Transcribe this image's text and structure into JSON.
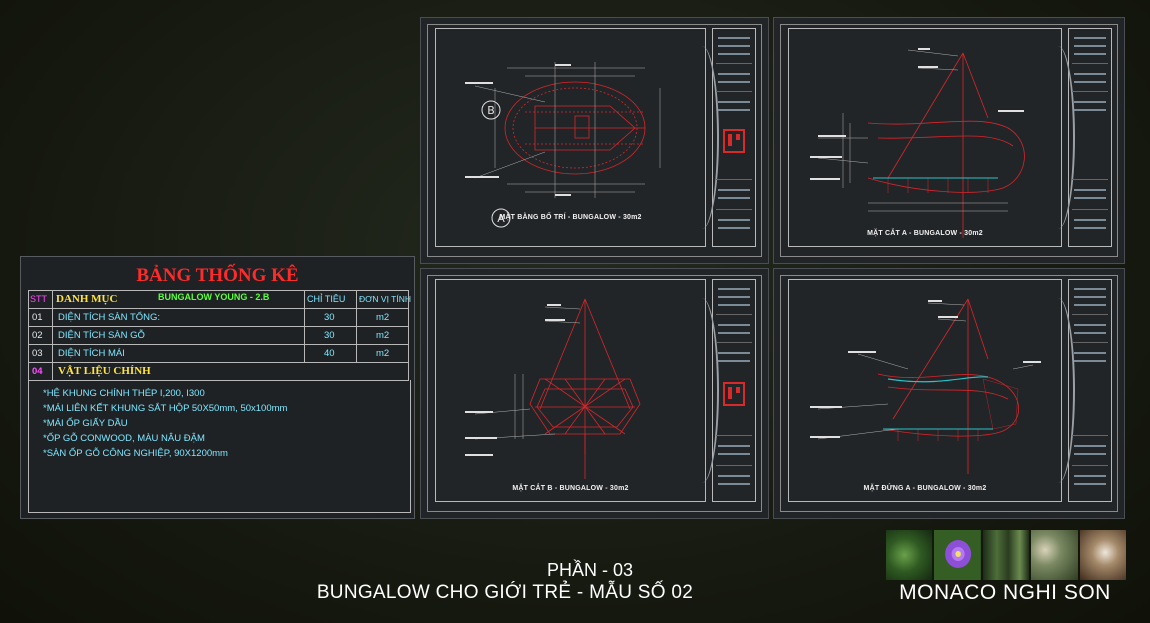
{
  "sheets": [
    {
      "caption": "MẶT BẰNG BỐ TRÍ - BUNGALOW - 30m2"
    },
    {
      "caption": "MẶT CẮT A - BUNGALOW - 30m2"
    },
    {
      "caption": "MẶT CẮT B - BUNGALOW - 30m2"
    },
    {
      "caption": "MẶT  ĐỨNG A - BUNGALOW - 30m2"
    }
  ],
  "markers": {
    "a": "A",
    "b": "B"
  },
  "stats": {
    "title": "BẢNG THỐNG KÊ",
    "header": {
      "stt": "STT",
      "category": "DANH MỤC",
      "project": "BUNGALOW YOUNG - 2.B",
      "target": "CHỈ TIÊU",
      "unit": "ĐƠN VỊ TÍNH"
    },
    "rows": [
      {
        "stt": "01",
        "name": "DIỆN TÍCH SÀN TỔNG:",
        "value": "30",
        "unit": "m2"
      },
      {
        "stt": "02",
        "name": "DIỆN TÍCH SÀN GỖ",
        "value": "30",
        "unit": "m2"
      },
      {
        "stt": "03",
        "name": "DIỆN TÍCH MÁI",
        "value": "40",
        "unit": "m2"
      }
    ],
    "materials_row": {
      "stt": "04",
      "name": "VẬT LIỆU CHÍNH"
    },
    "materials": [
      "*HỆ KHUNG CHÍNH THÉP I,200, I300",
      "*MÁI LIÊN KẾT KHUNG SẮT HỘP 50X50mm, 50x100mm",
      "*MÁI ỐP GIẤY DẦU",
      "*ỐP GỖ CONWOOD, MÀU NÂU ĐẬM",
      "*SÀN ỐP GỖ CÔNG NGHIỆP, 90X1200mm"
    ]
  },
  "footer": {
    "part": "PHẦN -  03",
    "subtitle": "BUNGALOW CHO GIỚI TRẺ - MẪU SỐ 02",
    "brand": "MONACO NGHI SON"
  },
  "colors": {
    "drawing_red": "#d8262a",
    "cyan_line": "#29c3c9",
    "title_red": "#ff2a2a",
    "text_cyan": "#7fe7ff",
    "text_yellow": "#ffe340",
    "text_green": "#5cff3c",
    "text_magenta": "#ff4cff"
  }
}
